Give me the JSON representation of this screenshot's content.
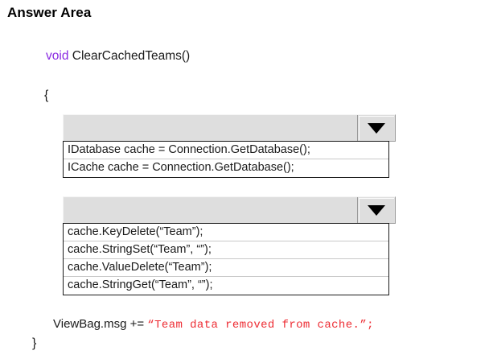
{
  "page": {
    "title": "Answer Area"
  },
  "code": {
    "keyword_void": "void",
    "method_signature": " ClearCachedTeams()",
    "brace_open": "{",
    "brace_close": "}",
    "viewbag_prefix": "ViewBag.msg += ",
    "viewbag_string": "“Team data removed from cache.”;",
    "viewbag_string_color": "#ED2B32",
    "keyword_color": "#8A2BE2"
  },
  "dropdowns": [
    {
      "id": "dropdown-1",
      "name": "statement-dropdown-1",
      "selected_value": "",
      "expanded": true,
      "arrow_icon": "chevron-down-icon",
      "options": [
        "IDatabase cache = Connection.GetDatabase();",
        "ICache cache = Connection.GetDatabase();"
      ]
    },
    {
      "id": "dropdown-2",
      "name": "statement-dropdown-2",
      "selected_value": "",
      "expanded": true,
      "arrow_icon": "chevron-down-icon",
      "options": [
        "cache.KeyDelete(“Team”);",
        "cache.StringSet(“Team”, “”);",
        "cache.ValueDelete(“Team”);",
        "cache.StringGet(“Team”, “”);"
      ]
    }
  ]
}
